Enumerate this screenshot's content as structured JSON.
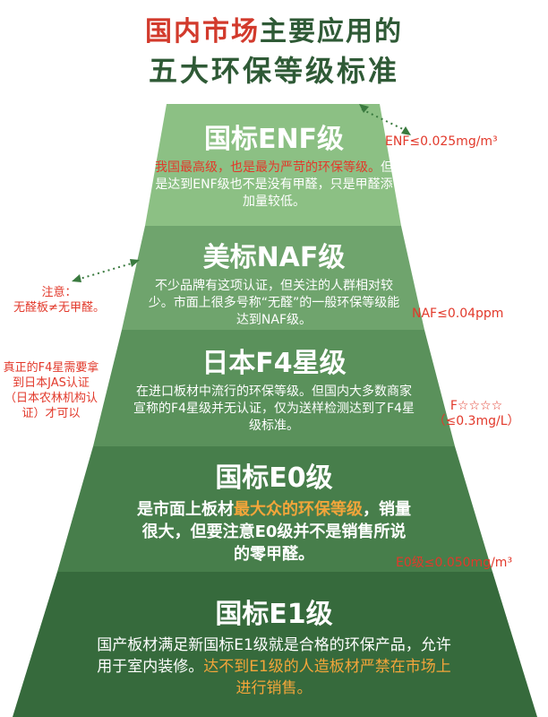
{
  "title": {
    "line1_red": "国内市场",
    "line1_green": "主要应用的",
    "line2": "五大环保等级标准"
  },
  "tiers": [
    {
      "name": "国标ENF级",
      "desc_red": "我国最高级，也是最为严苛的环保等级。",
      "desc": "但是达到ENF级也不是没有甲醛，只是甲醛添加量较低。",
      "note": "ENF≤0.025mg/m³"
    },
    {
      "name": "美标NAF级",
      "desc": "不少品牌有这项认证，但关注的人群相对较少。市面上很多号称“无醛”的一般环保等级能达到NAF级。",
      "note": "NAF≤0.04ppm",
      "side_note": "注意：\n无醛板≠无甲醛。"
    },
    {
      "name": "日本F4星级",
      "desc": "在进口板材中流行的环保等级。但国内大多数商家宣称的F4星级并无认证，仅为送样检测达到了F4星级标准。",
      "note": "F☆☆☆☆\n（≤0.3mg/L）",
      "side_note": "真正的F4星需要拿到日本JAS认证（日本农林机构认证）才可以"
    },
    {
      "name": "国标E0级",
      "desc_pre": "是市面上板材",
      "desc_orange": "最大众的环保等级",
      "desc_post": "，销量很大，但要注意E0级并不是销售所说的零甲醛。",
      "note": "E0级≤0.050mg/m³"
    },
    {
      "name": "国标E1级",
      "desc": "国产板材满足新国标E1级就是合格的环保产品，允许用于室内装修。",
      "desc_orange": "达不到E1级的人造板材严禁在市场上进行销售。"
    }
  ],
  "colors": {
    "title_red": "#d23a2c",
    "title_green": "#2f5a36",
    "tier1": "#8cc084",
    "tier2": "#6fa46d",
    "tier3": "#5a915b",
    "tier4": "#477e4b",
    "tier5": "#366a3c",
    "note_red": "#e2392b",
    "highlight_orange": "#f3a53a"
  }
}
